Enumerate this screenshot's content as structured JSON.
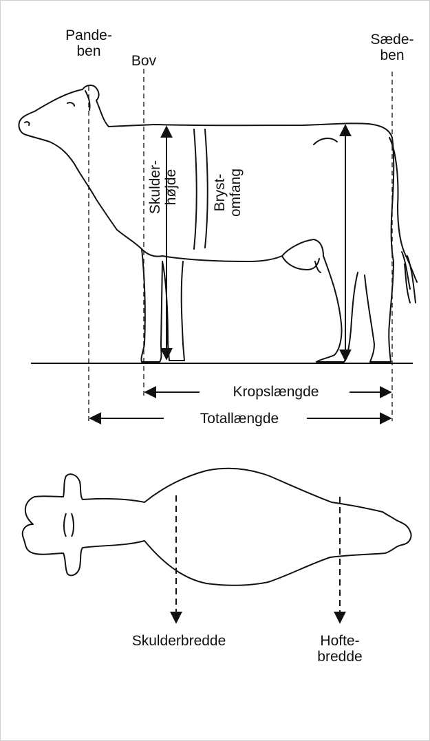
{
  "labels": {
    "pandeben": "Pande-\nben",
    "bov": "Bov",
    "saedeben": "Sæde-\nben",
    "skulderhojde": "Skulder-\nhøjde",
    "brystomfang": "Bryst-\nomfang",
    "kropslaengde": "Kropslængde",
    "totallaengde": "Totallængde",
    "skulderbredde": "Skulderbredde",
    "hoftebredde": "Hofte-\nbredde"
  },
  "colors": {
    "ink": "#111111",
    "background": "#ffffff",
    "frame": "#cfcfcf"
  }
}
